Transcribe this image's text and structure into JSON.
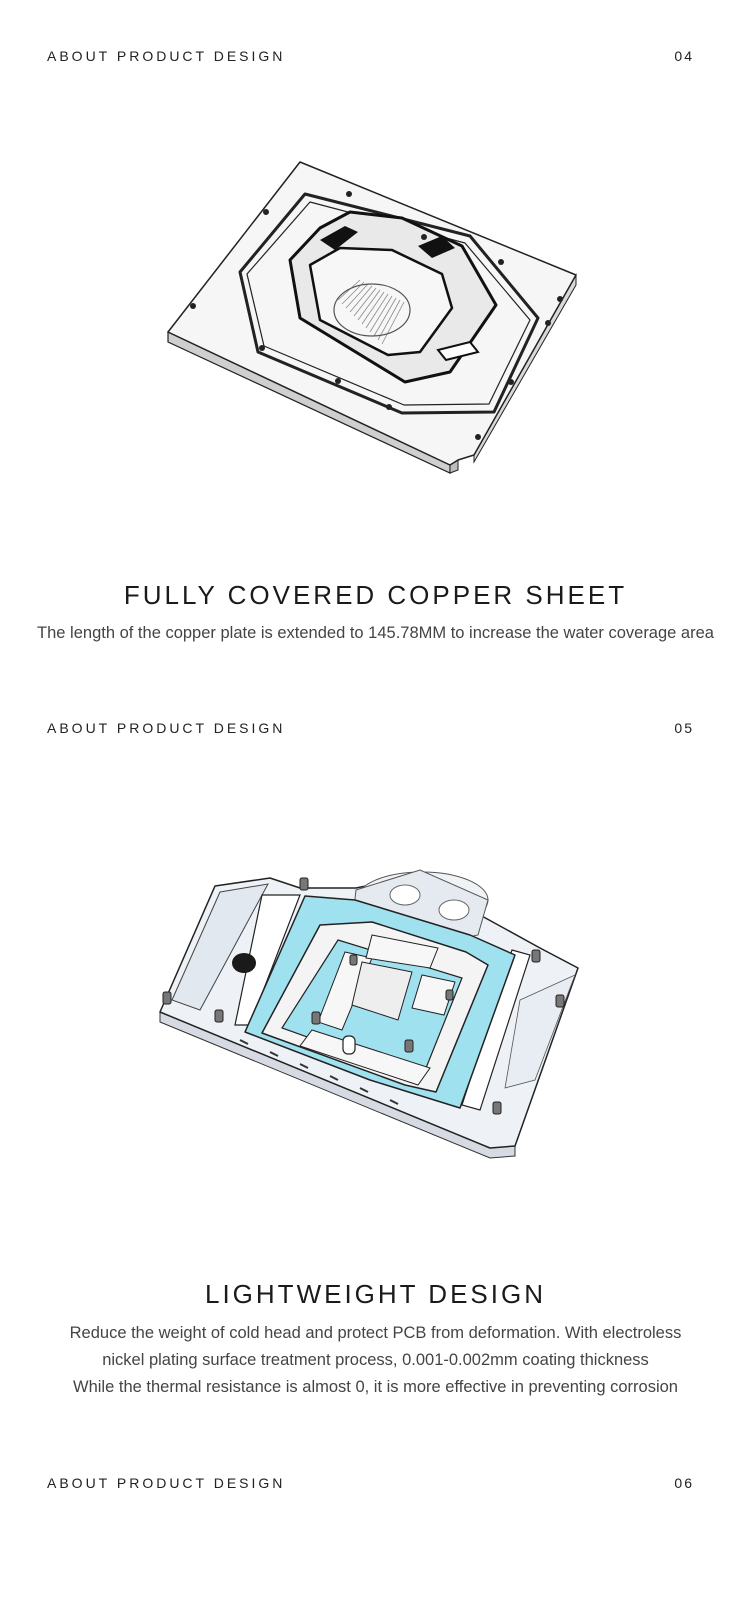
{
  "sections": [
    {
      "header": "ABOUT PRODUCT DESIGN",
      "number": "04",
      "image_icon": "copper-backplate-illustration",
      "title": "FULLY COVERED COPPER SHEET",
      "description": [
        "The length of the copper plate is extended to 145.78MM to increase the water coverage area"
      ]
    },
    {
      "header": "ABOUT PRODUCT DESIGN",
      "number": "05",
      "image_icon": "gpu-water-block-illustration",
      "title": "LIGHTWEIGHT DESIGN",
      "description": [
        "Reduce the weight of cold head and protect PCB from deformation. With electroless",
        "nickel plating surface treatment process, 0.001-0.002mm coating thickness",
        "While the thermal resistance is almost 0, it is more effective in preventing corrosion"
      ]
    },
    {
      "header": "ABOUT PRODUCT DESIGN",
      "number": "06"
    }
  ],
  "colors": {
    "coolant": "#9fe1ef",
    "acrylic": "#e6ecf2",
    "metal": "#f4f4f4",
    "outline": "#222222"
  }
}
